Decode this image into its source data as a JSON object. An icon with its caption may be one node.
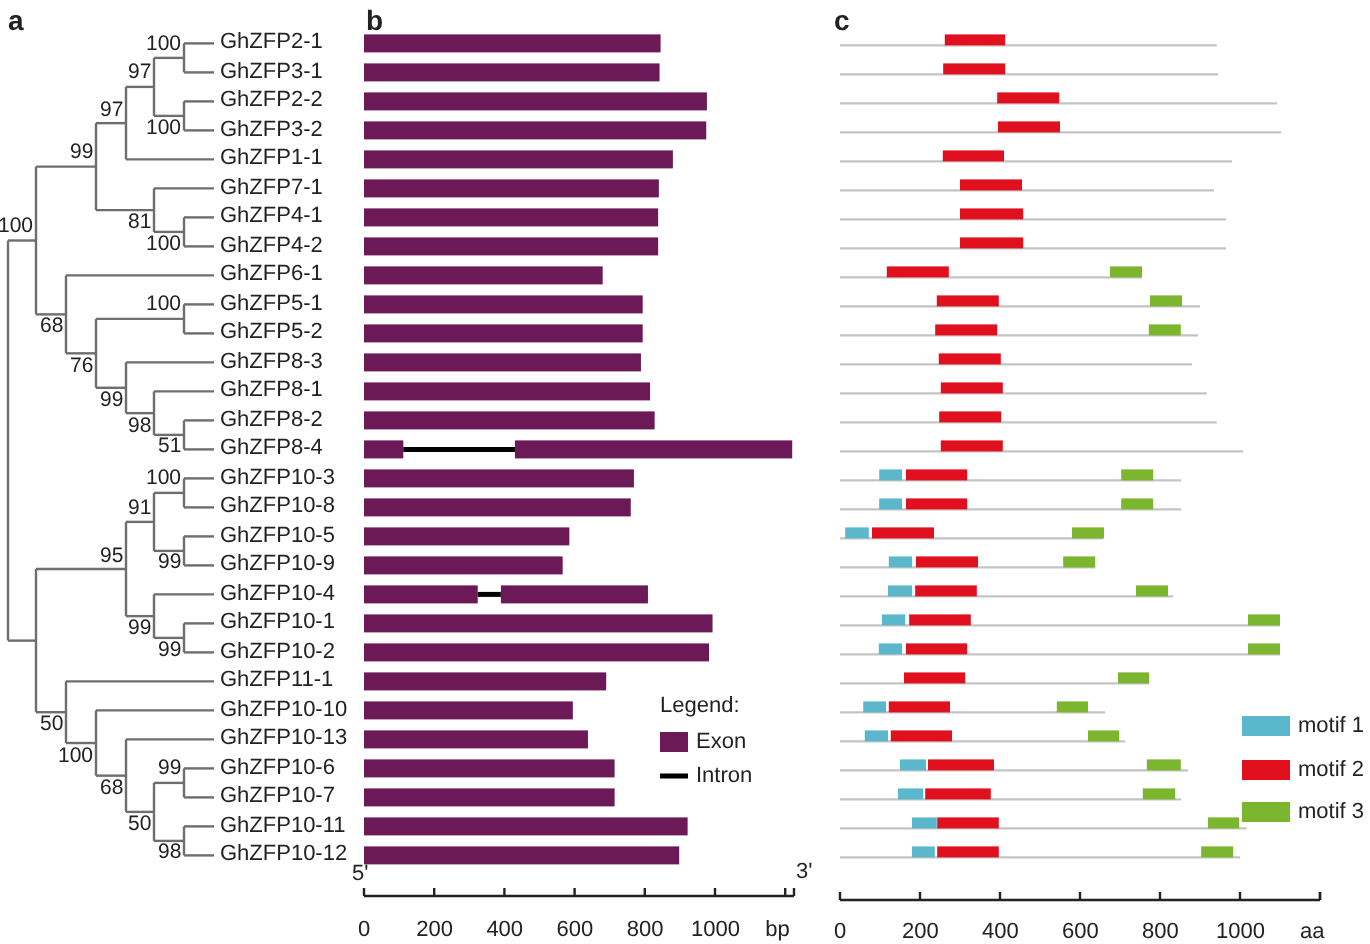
{
  "diagram": {
    "labels": [
      "a",
      "b",
      "c",
      "GhZFP2-1",
      "GhZFP3-1",
      "GhZFP2-2",
      "GhZFP3-2",
      "GhZFP1-1",
      "GhZFP7-1",
      "GhZFP4-1",
      "GhZFP4-2",
      "GhZFP6-1",
      "GhZFP5-1",
      "GhZFP5-2",
      "GhZFP8-3",
      "GhZFP8-1",
      "GhZFP8-2",
      "GhZFP8-4",
      "GhZFP10-3",
      "GhZFP10-8",
      "GhZFP10-5",
      "GhZFP10-9",
      "GhZFP10-4",
      "GhZFP10-1",
      "GhZFP10-2",
      "GhZFP11-1",
      "GhZFP10-10",
      "GhZFP10-13",
      "GhZFP10-6",
      "GhZFP10-7",
      "GhZFP10-11",
      "GhZFP10-12",
      "100",
      "97",
      "97",
      "100",
      "99",
      "100",
      "81",
      "100",
      "100",
      "68",
      "76",
      "99",
      "98",
      "51",
      "100",
      "91",
      "95",
      "99",
      "99",
      "99",
      "50",
      "100",
      "99",
      "68",
      "50",
      "98",
      "Legend:",
      "5'",
      "3'",
      "0",
      "200",
      "400",
      "600",
      "800",
      "1000",
      "bp",
      "0",
      "200",
      "400",
      "600",
      "800",
      "1000",
      "aa"
    ],
    "legend": [
      {
        "text": "Exon",
        "color": "#6b1a57"
      },
      {
        "text": "Intron"
      },
      {
        "text": "motif 1",
        "color": "#5bb8cc"
      },
      {
        "text": "motif 2",
        "color": "#e0101f"
      },
      {
        "text": "motif 3",
        "color": "#7cb52e"
      }
    ]
  }
}
